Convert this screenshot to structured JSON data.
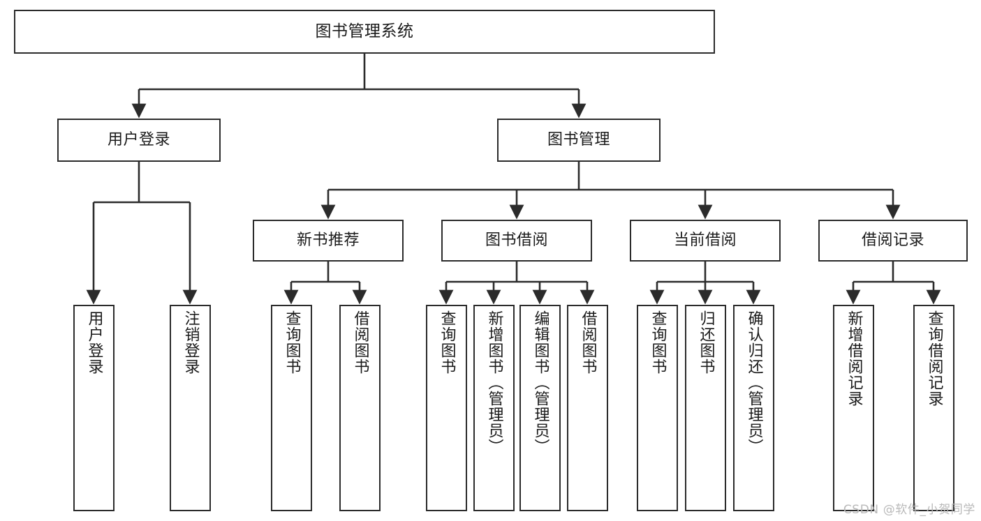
{
  "diagram": {
    "title": "图书管理系统",
    "type": "tree-hierarchy-diagram",
    "watermark": "CSDN @软件_小贺同学",
    "stroke_color": "#2b2b2b",
    "background_color": "#ffffff",
    "nodes": {
      "root": {
        "label": "图书管理系统"
      },
      "level2": [
        {
          "id": "user-login",
          "label": "用户登录"
        },
        {
          "id": "book-manage",
          "label": "图书管理"
        }
      ],
      "level3": [
        {
          "id": "new-book-recommend",
          "label": "新书推荐"
        },
        {
          "id": "book-borrow",
          "label": "图书借阅"
        },
        {
          "id": "current-borrow",
          "label": "当前借阅"
        },
        {
          "id": "borrow-record",
          "label": "借阅记录"
        }
      ],
      "leaves": {
        "user-login": [
          {
            "id": "leaf-user-login",
            "label": "用户登录"
          },
          {
            "id": "leaf-logout-login",
            "label": "注销登录"
          }
        ],
        "new-book-recommend": [
          {
            "id": "leaf-query-book-1",
            "label": "查询图书"
          },
          {
            "id": "leaf-borrow-book-1",
            "label": "借阅图书"
          }
        ],
        "book-borrow": [
          {
            "id": "leaf-query-book-2",
            "label": "查询图书"
          },
          {
            "id": "leaf-add-book",
            "label": "新增图书（管理员）"
          },
          {
            "id": "leaf-edit-book",
            "label": "编辑图书（管理员）"
          },
          {
            "id": "leaf-borrow-book-2",
            "label": "借阅图书"
          }
        ],
        "current-borrow": [
          {
            "id": "leaf-query-book-3",
            "label": "查询图书"
          },
          {
            "id": "leaf-return-book",
            "label": "归还图书"
          },
          {
            "id": "leaf-confirm-return",
            "label": "确认归还（管理员）"
          }
        ],
        "borrow-record": [
          {
            "id": "leaf-add-record",
            "label": "新增借阅记录"
          },
          {
            "id": "leaf-query-record",
            "label": "查询借阅记录"
          }
        ]
      }
    }
  }
}
